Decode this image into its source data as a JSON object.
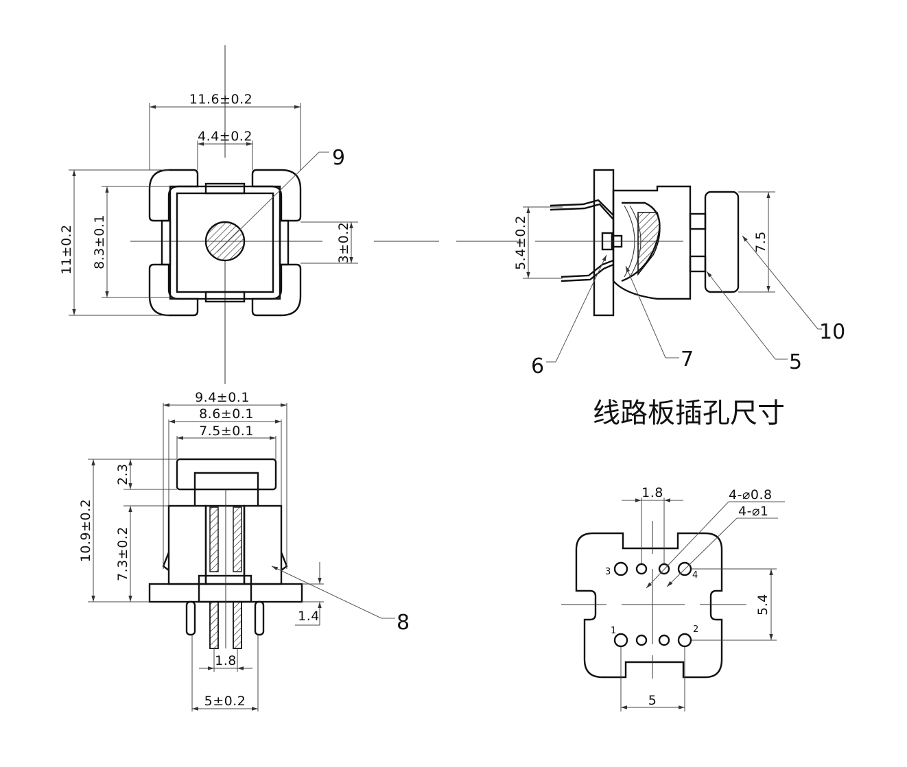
{
  "title": "线路板插孔尺寸",
  "top_view": {
    "width": "11.6±0.2",
    "slot_width": "4.4±0.2",
    "height": "11±0.2",
    "inner_height": "8.3±0.1",
    "notch": "3±0.2"
  },
  "side_view": {
    "pin_span": "5.4±0.2",
    "cap_height": "7.5"
  },
  "front_view": {
    "w1": "9.4±0.1",
    "w2": "8.6±0.1",
    "w3": "7.5±0.1",
    "cap": "2.3",
    "total_height": "10.9±0.2",
    "body_height": "7.3±0.2",
    "flange": "1.4",
    "pin_pitch": "1.8",
    "pin_span": "5±0.2"
  },
  "pcb_layout": {
    "pitch": "1.8",
    "hole_small": "4-⌀0.8",
    "hole_large": "4-⌀1",
    "row_spacing": "5.4",
    "span": "5",
    "pins": [
      "1",
      "2",
      "3",
      "4"
    ]
  },
  "callouts": [
    "5",
    "6",
    "7",
    "8",
    "9",
    "10"
  ]
}
